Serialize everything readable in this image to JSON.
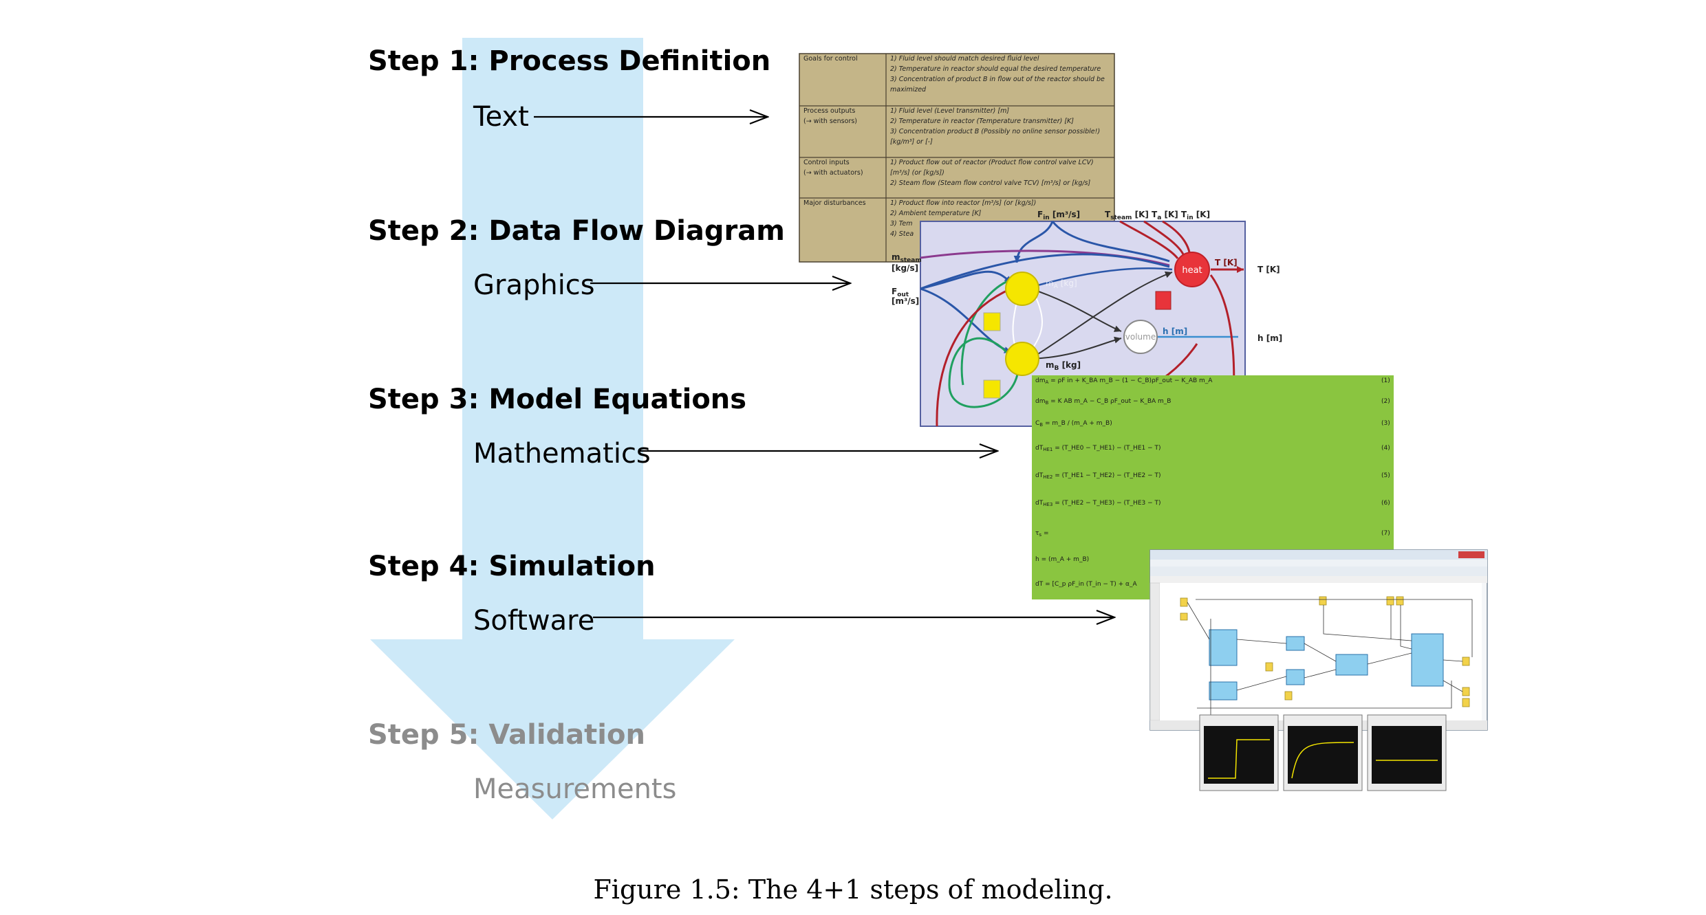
{
  "steps": [
    {
      "title": "Step 1: Process Definition",
      "sub": "Text"
    },
    {
      "title": "Step 2: Data Flow Diagram",
      "sub": "Graphics"
    },
    {
      "title": "Step 3: Model Equations",
      "sub": "Mathematics"
    },
    {
      "title": "Step 4: Simulation",
      "sub": "Software"
    },
    {
      "title": "Step 5: Validation",
      "sub": "Measurements"
    }
  ],
  "caption": "Figure 1.5: The 4+1 steps of modeling.",
  "table": {
    "rows": [
      {
        "head": "Goals for control",
        "items": [
          "1)  Fluid level should match desired fluid level",
          "2)  Temperature in reactor should equal the desired temperature",
          "3)  Concentration of product B in flow out of the reactor should be",
          "     maximized"
        ]
      },
      {
        "head": "Process outputs",
        "head2": "(→ with sensors)",
        "items": [
          "1)  Fluid level (Level transmitter) [m]",
          "2)  Temperature in reactor (Temperature transmitter) [K]",
          "3)  Concentration product B (Possibly no online sensor possible!)",
          "     [kg/m³] or [-]"
        ]
      },
      {
        "head": "Control inputs",
        "head2": "(→ with actuators)",
        "items": [
          "1)  Product flow out of reactor (Product flow control valve LCV)",
          "     [m³/s] (or [kg/s])",
          "2)  Steam flow (Steam flow control valve TCV) [m³/s] or [kg/s]"
        ]
      },
      {
        "head": "Major disturbances",
        "items": [
          "1)  Product flow into reactor [m³/s] (or [kg/s])",
          "2)  Ambient temperature [K]",
          "3)  Tem",
          "4)  Stea"
        ]
      }
    ]
  },
  "dfd": {
    "top_labels": [
      "F",
      "in",
      " [m³/s]",
      "T",
      "steam",
      " [K]  T",
      "a",
      " [K]  T",
      "in",
      " [K]"
    ],
    "left_labels": [
      "m",
      "steam",
      "[kg/s]",
      "F",
      "out",
      "[m³/s]"
    ],
    "heat": "heat",
    "volume": "volume",
    "T_out": "T [K]",
    "T_right": "T [K]",
    "h_in": "h [m]",
    "h_right": "h [m]",
    "mB": "m",
    "mB_sub": "B",
    "mB_unit": " [kg]",
    "mA": "m",
    "mA_sub": "A",
    "mA_unit": " [kg]"
  },
  "equations": [
    {
      "lhs": "dm",
      "lhs_sub": "A",
      "rhs": "= ρF",
      "rest": "in + K_BA m_B − (1 − C_B)ρF_out − K_AB m_A",
      "num": "(1)"
    },
    {
      "lhs": "dm",
      "lhs_sub": "B",
      "rhs": "= K",
      "rest": "AB m_A − C_B ρF_out − K_BA m_B",
      "num": "(2)"
    },
    {
      "lhs": "C",
      "lhs_sub": "B",
      "rhs": "=",
      "rest": "m_B / (m_A + m_B)",
      "num": "(3)"
    },
    {
      "lhs": "dT",
      "lhs_sub": "HE1",
      "rhs": "=",
      "rest": "(T_HE0 − T_HE1) − (T_HE1 − T)",
      "num": "(4)"
    },
    {
      "lhs": "dT",
      "lhs_sub": "HE2",
      "rhs": "=",
      "rest": "(T_HE1 − T_HE2) − (T_HE2 − T)",
      "num": "(5)"
    },
    {
      "lhs": "dT",
      "lhs_sub": "HE3",
      "rhs": "=",
      "rest": "(T_HE2 − T_HE3) − (T_HE3 − T)",
      "num": "(6)"
    },
    {
      "lhs": "τ",
      "lhs_sub": "s",
      "rhs": "=",
      "rest": "",
      "num": "(7)"
    },
    {
      "lhs": "h",
      "lhs_sub": "",
      "rhs": "=",
      "rest": "(m_A + m_B)",
      "num": ""
    },
    {
      "lhs": "dT",
      "lhs_sub": "",
      "rhs": "=",
      "rest": "[C_p ρF_in (T_in − T) + α_A",
      "num": ""
    }
  ],
  "colors": {
    "arrow": "#cde9f8",
    "table_bg": "#c4b588",
    "dfd_bg": "#d9d9ef",
    "eq_bg": "#8ac540",
    "heat": "#e8343a",
    "yellow": "#f5e600"
  }
}
